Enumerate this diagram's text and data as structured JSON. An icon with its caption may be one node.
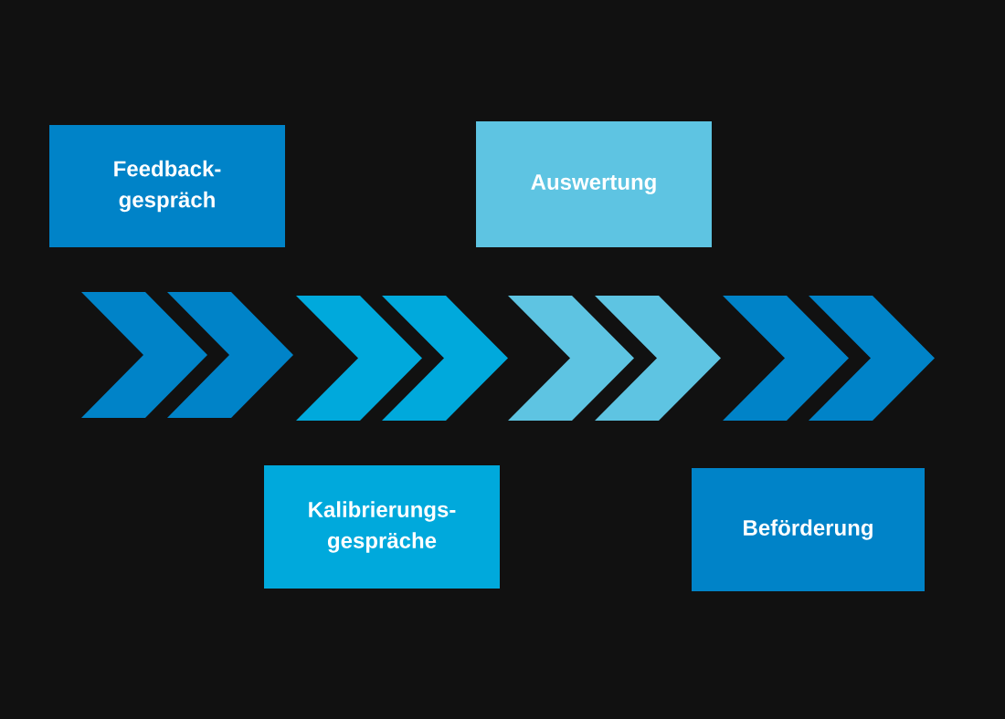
{
  "diagram": {
    "nodes": [
      {
        "text": [
          "Feedback- gespräch"
        ]
      },
      {
        "text": [
          "Auswertung"
        ]
      },
      {
        "text": [
          "Kalibrierungs- gespräche"
        ]
      },
      {
        "text": [
          "Beförderung"
        ]
      }
    ]
  }
}
